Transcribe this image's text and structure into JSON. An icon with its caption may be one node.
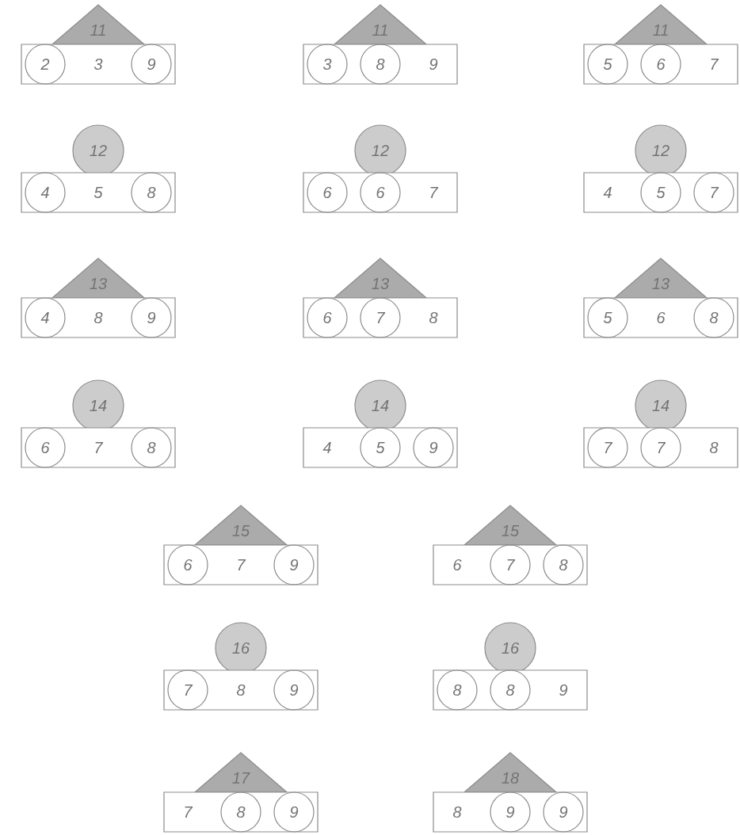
{
  "diagram": {
    "nodes": [
      {
        "text": [
          "11"
        ]
      },
      {
        "text": [
          "3"
        ]
      },
      {
        "text": [
          "2"
        ],
        "in": 1
      },
      {
        "text": [
          "9"
        ],
        "in": 1
      },
      {
        "text": [
          "11"
        ]
      },
      {
        "text": [
          "9"
        ]
      },
      {
        "text": [
          "3"
        ],
        "in": 5
      },
      {
        "text": [
          "8"
        ],
        "in": 5
      },
      {
        "text": [
          "11"
        ]
      },
      {
        "text": [
          "7"
        ]
      },
      {
        "text": [
          "5"
        ],
        "in": 9
      },
      {
        "text": [
          "6"
        ],
        "in": 9
      },
      {
        "text": [
          "12"
        ]
      },
      {
        "text": [
          "5"
        ]
      },
      {
        "text": [
          "4"
        ],
        "in": 13
      },
      {
        "text": [
          "8"
        ],
        "in": 13
      },
      {
        "text": [
          "12"
        ]
      },
      {
        "text": [
          "7"
        ]
      },
      {
        "text": [
          "6"
        ],
        "in": 17
      },
      {
        "text": [
          "6"
        ],
        "in": 17
      },
      {
        "text": [
          "12"
        ]
      },
      {
        "text": [
          "4"
        ]
      },
      {
        "text": [
          "5"
        ],
        "in": 21
      },
      {
        "text": [
          "7"
        ],
        "in": 21
      },
      {
        "text": [
          "13"
        ]
      },
      {
        "text": [
          "8"
        ]
      },
      {
        "text": [
          "4"
        ],
        "in": 25
      },
      {
        "text": [
          "9"
        ],
        "in": 25
      },
      {
        "text": [
          "13"
        ]
      },
      {
        "text": [
          "8"
        ]
      },
      {
        "text": [
          "6"
        ],
        "in": 29
      },
      {
        "text": [
          "7"
        ],
        "in": 29
      },
      {
        "text": [
          "13"
        ]
      },
      {
        "text": [
          "6"
        ]
      },
      {
        "text": [
          "5"
        ],
        "in": 33
      },
      {
        "text": [
          "8"
        ],
        "in": 33
      },
      {
        "text": [
          "14"
        ]
      },
      {
        "text": [
          "7"
        ]
      },
      {
        "text": [
          "6"
        ],
        "in": 37
      },
      {
        "text": [
          "8"
        ],
        "in": 37
      },
      {
        "text": [
          "14"
        ]
      },
      {
        "text": [
          "4"
        ]
      },
      {
        "text": [
          "5"
        ],
        "in": 41
      },
      {
        "text": [
          "9"
        ],
        "in": 41
      },
      {
        "text": [
          "14"
        ]
      },
      {
        "text": [
          "8"
        ]
      },
      {
        "text": [
          "7"
        ],
        "in": 45
      },
      {
        "text": [
          "7"
        ],
        "in": 45
      },
      {
        "text": [
          "15"
        ]
      },
      {
        "text": [
          "7"
        ]
      },
      {
        "text": [
          "6"
        ],
        "in": 49
      },
      {
        "text": [
          "9"
        ],
        "in": 49
      },
      {
        "text": [
          "15"
        ]
      },
      {
        "text": [
          "6"
        ]
      },
      {
        "text": [
          "7"
        ],
        "in": 53
      },
      {
        "text": [
          "8"
        ],
        "in": 53
      },
      {
        "text": [
          "16"
        ]
      },
      {
        "text": [
          "8"
        ]
      },
      {
        "text": [
          "7"
        ],
        "in": 57
      },
      {
        "text": [
          "9"
        ],
        "in": 57
      },
      {
        "text": [
          "16"
        ]
      },
      {
        "text": [
          "9"
        ]
      },
      {
        "text": [
          "8"
        ],
        "in": 61
      },
      {
        "text": [
          "8"
        ],
        "in": 61
      },
      {
        "text": [
          "17"
        ]
      },
      {
        "text": [
          "7"
        ]
      },
      {
        "text": [
          "8"
        ],
        "in": 65
      },
      {
        "text": [
          "9"
        ],
        "in": 65
      },
      {
        "text": [
          "18"
        ]
      },
      {
        "text": [
          "8"
        ]
      },
      {
        "text": [
          "9"
        ],
        "in": 69
      },
      {
        "text": [
          "9"
        ],
        "in": 69
      }
    ]
  }
}
